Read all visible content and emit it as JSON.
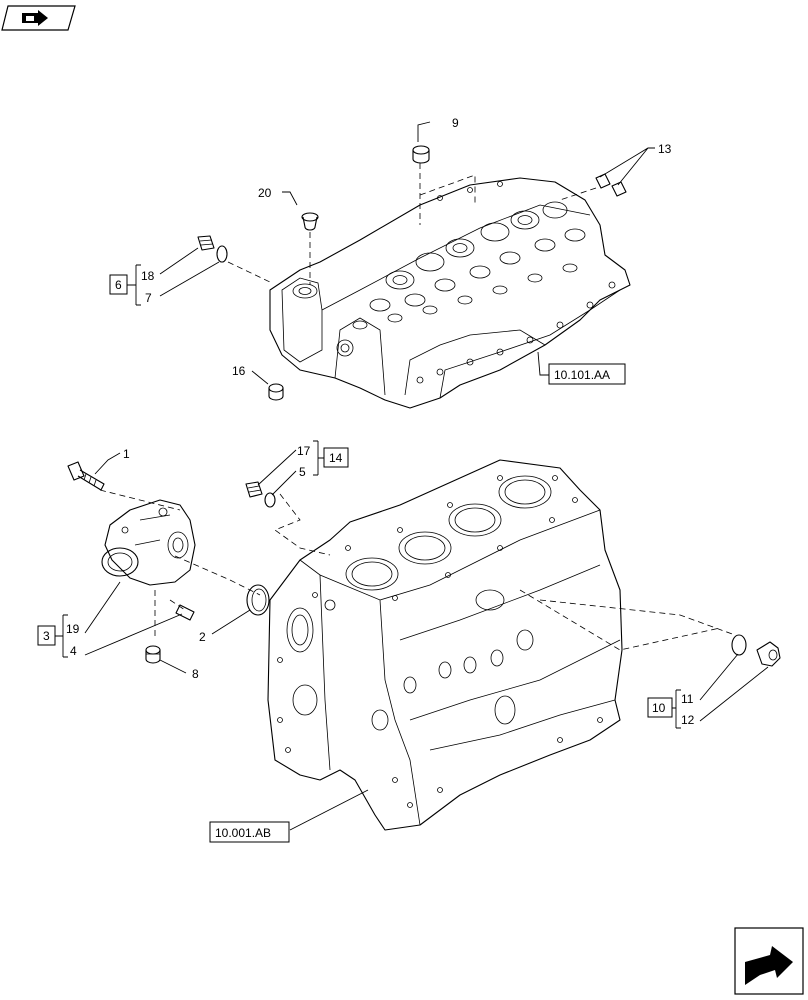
{
  "callouts": {
    "c1": "1",
    "c2": "2",
    "c3": "3",
    "c4": "4",
    "c5": "5",
    "c6": "6",
    "c7": "7",
    "c8": "8",
    "c9": "9",
    "c10": "10",
    "c11": "11",
    "c12": "12",
    "c13": "13",
    "c14": "14",
    "c16": "16",
    "c17": "17",
    "c18": "18",
    "c19": "19",
    "c20": "20"
  },
  "references": {
    "head": "10.101.AA",
    "block": "10.001.AB"
  },
  "icons": {
    "top_left": "book-arrow-icon",
    "bottom_right": "next-page-arrow-icon"
  }
}
